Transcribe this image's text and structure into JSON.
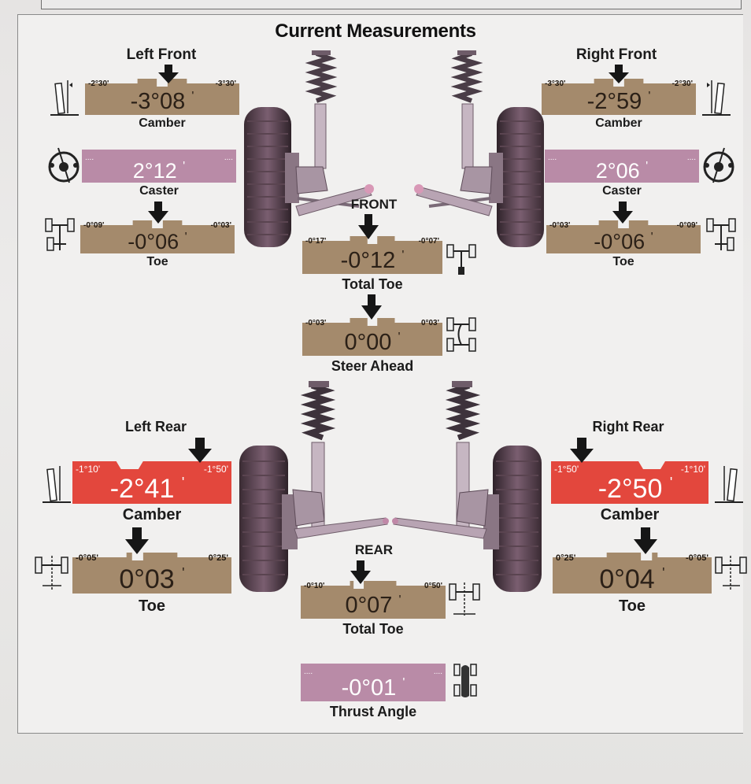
{
  "title": "Current Measurements",
  "colors": {
    "brown": "#a48a6c",
    "pink": "#b98ba7",
    "red": "#e3473d",
    "arrow": "#161616"
  },
  "front": {
    "label": "FRONT",
    "left_front": {
      "label": "Left Front",
      "camber": {
        "label": "Camber",
        "value": "-3°08",
        "unit": "'",
        "min": "-2°30'",
        "max": "-3°30'"
      },
      "caster": {
        "label": "Caster",
        "value": "2°12",
        "unit": "'",
        "min": "....",
        "max": "...."
      },
      "toe": {
        "label": "Toe",
        "value": "-0°06",
        "unit": "'",
        "min": "-0°09'",
        "max": "-0°03'"
      }
    },
    "right_front": {
      "label": "Right Front",
      "camber": {
        "label": "Camber",
        "value": "-2°59",
        "unit": "'",
        "min": "-3°30'",
        "max": "-2°30'"
      },
      "caster": {
        "label": "Caster",
        "value": "2°06",
        "unit": "'",
        "min": "....",
        "max": "...."
      },
      "toe": {
        "label": "Toe",
        "value": "-0°06",
        "unit": "'",
        "min": "-0°03'",
        "max": "-0°09'"
      }
    },
    "total_toe": {
      "label": "Total Toe",
      "value": "-0°12",
      "unit": "'",
      "min": "-0°17'",
      "max": "-0°07'"
    },
    "steer_ahead": {
      "label": "Steer Ahead",
      "value": "0°00",
      "unit": "'",
      "min": "-0°03'",
      "max": "0°03'"
    }
  },
  "rear": {
    "label": "REAR",
    "left_rear": {
      "label": "Left Rear",
      "camber": {
        "label": "Camber",
        "value": "-2°41",
        "unit": "'",
        "min": "-1°10'",
        "max": "-1°50'"
      },
      "toe": {
        "label": "Toe",
        "value": "0°03",
        "unit": "'",
        "min": "-0°05'",
        "max": "0°25'"
      }
    },
    "right_rear": {
      "label": "Right Rear",
      "camber": {
        "label": "Camber",
        "value": "-2°50",
        "unit": "'",
        "min": "-1°50'",
        "max": "-1°10'"
      },
      "toe": {
        "label": "Toe",
        "value": "0°04",
        "unit": "'",
        "min": "0°25'",
        "max": "-0°05'"
      }
    },
    "total_toe": {
      "label": "Total Toe",
      "value": "0°07",
      "unit": "'",
      "min": "-0°10'",
      "max": "0°50'"
    },
    "thrust_angle": {
      "label": "Thrust Angle",
      "value": "-0°01",
      "unit": "'",
      "min": "....",
      "max": "...."
    }
  },
  "icons": [
    "camber-icon",
    "caster-wheel-icon",
    "toe-icon",
    "total-toe-icon",
    "steer-ahead-icon",
    "thrust-angle-icon",
    "front-suspension-icon",
    "rear-suspension-icon",
    "indicator-arrow-icon"
  ]
}
